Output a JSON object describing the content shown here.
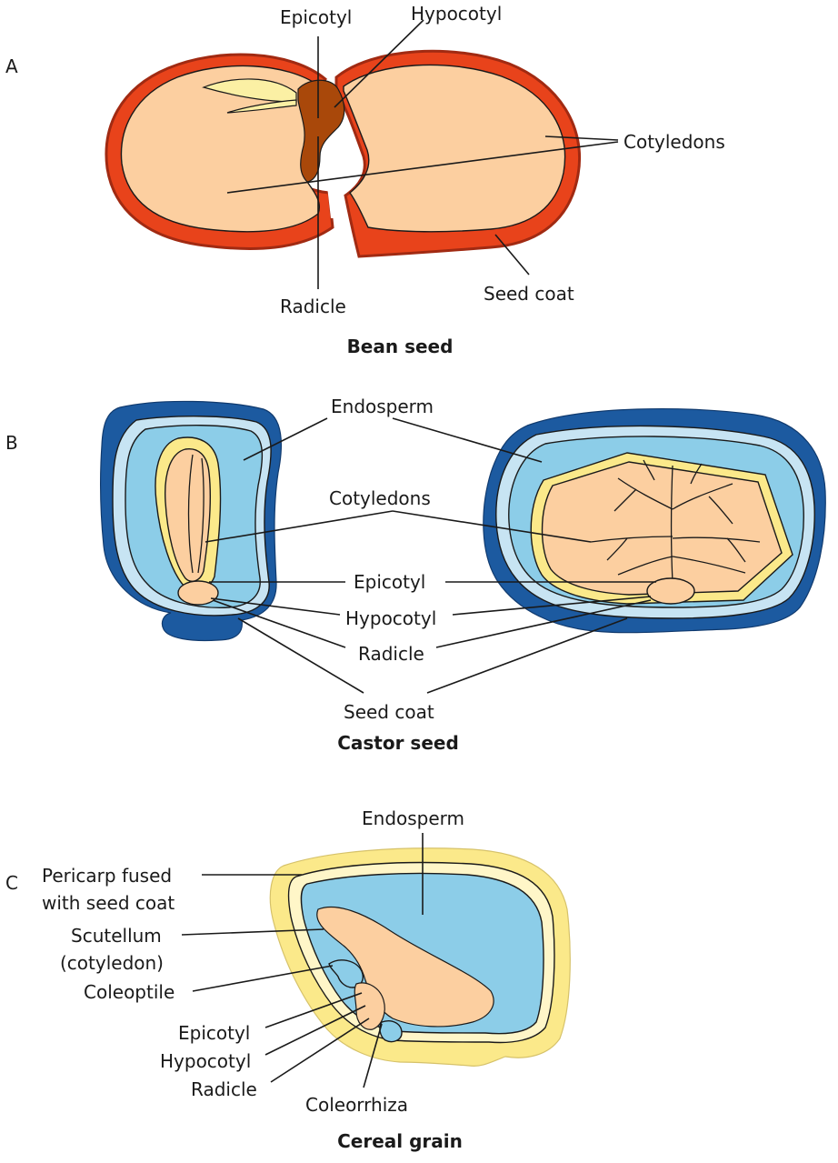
{
  "colors": {
    "bean_coat": "#e8431b",
    "bean_coat_outline": "#a12a12",
    "bean_cotyledon": "#fccfa0",
    "bean_epicotyl": "#a9480a",
    "bean_leaf": "#fbf0a4",
    "castor_coat": "#1c5aa0",
    "castor_endosperm": "#8ccde8",
    "castor_inner_layer": "#c7e4f3",
    "castor_yellow": "#fbe98a",
    "castor_cotyledon": "#fccfa0",
    "grain_pericarp": "#fbe98a",
    "grain_endosperm": "#8ccde8",
    "grain_embryo": "#fccfa0"
  },
  "panels": [
    {
      "letter": "A",
      "title": "Bean seed",
      "labels": {
        "epicotyl": "Epicotyl",
        "hypocotyl": "Hypocotyl",
        "cotyledons": "Cotyledons",
        "radicle": "Radicle",
        "seed_coat": "Seed coat"
      }
    },
    {
      "letter": "B",
      "title": "Castor seed",
      "labels": {
        "endosperm": "Endosperm",
        "cotyledons": "Cotyledons",
        "epicotyl": "Epicotyl",
        "hypocotyl": "Hypocotyl",
        "radicle": "Radicle",
        "seed_coat": "Seed coat"
      }
    },
    {
      "letter": "C",
      "title": "Cereal grain",
      "labels": {
        "endosperm": "Endosperm",
        "pericarp_line1": "Pericarp fused",
        "pericarp_line2": "with seed coat",
        "scutellum_line1": "Scutellum",
        "scutellum_line2": "(cotyledon)",
        "coleoptile": "Coleoptile",
        "epicotyl": "Epicotyl",
        "hypocotyl": "Hypocotyl",
        "radicle": "Radicle",
        "coleorrhiza": "Coleorrhiza"
      }
    }
  ]
}
